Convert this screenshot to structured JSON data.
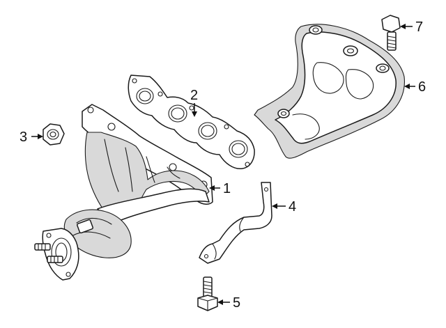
{
  "callouts": {
    "c1": "1",
    "c2": "2",
    "c3": "3",
    "c4": "4",
    "c5": "5",
    "c6": "6",
    "c7": "7"
  },
  "colors": {
    "line": "#1a1a1a",
    "shade": "#d9d9d9",
    "background": "#ffffff"
  }
}
